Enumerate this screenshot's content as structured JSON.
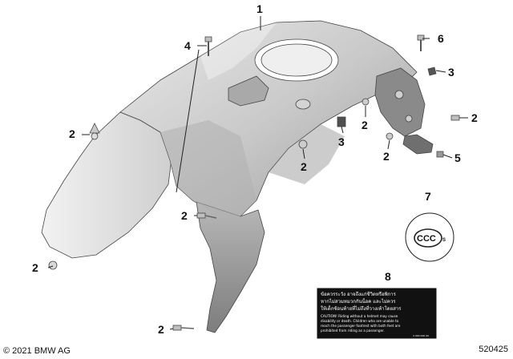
{
  "diagram": {
    "callouts": [
      {
        "id": "c1",
        "label": "1"
      },
      {
        "id": "c2a",
        "label": "2"
      },
      {
        "id": "c2b",
        "label": "2"
      },
      {
        "id": "c2c",
        "label": "2"
      },
      {
        "id": "c2d",
        "label": "2"
      },
      {
        "id": "c2e",
        "label": "2"
      },
      {
        "id": "c2f",
        "label": "2"
      },
      {
        "id": "c2g",
        "label": "2"
      },
      {
        "id": "c2h",
        "label": "2"
      },
      {
        "id": "c3a",
        "label": "3"
      },
      {
        "id": "c3b",
        "label": "3"
      },
      {
        "id": "c4",
        "label": "4"
      },
      {
        "id": "c5",
        "label": "5"
      },
      {
        "id": "c6",
        "label": "6"
      },
      {
        "id": "c7",
        "label": "7"
      },
      {
        "id": "c8",
        "label": "8"
      }
    ],
    "ccc_mark": {
      "letters": "CCC",
      "suffix": "S"
    },
    "warning_label": {
      "lines": [
        "ข้อควรระวัง อาจถึงแก่ชีวิตหรือพิการ",
        "หากไม่สวมหมวกกันน็อค และไม่ควร",
        "ให้เด็กซ้อนท้ายที่ไม่ถึงที่วางเท้าโดยสาร",
        "CAUTION! Riding without a helmet may cause",
        "disability or death. Children who are unable to",
        "reach the passenger footrest with both feet are",
        "prohibited from riding as a passenger."
      ],
      "code": "4 000 000 00"
    }
  },
  "footer": {
    "copyright": "© 2021 BMW AG",
    "diagram_number": "520425"
  }
}
